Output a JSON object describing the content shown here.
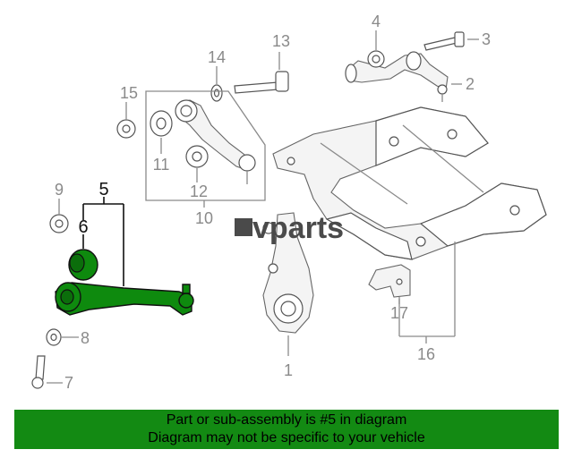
{
  "watermark": {
    "prefix": "v",
    "brand": "vparts"
  },
  "callouts": {
    "c1": "1",
    "c2": "2",
    "c3": "3",
    "c4": "4",
    "c5": "5",
    "c6": "6",
    "c7": "7",
    "c8": "8",
    "c9": "9",
    "c10": "10",
    "c11": "11",
    "c12": "12",
    "c13": "13",
    "c14": "14",
    "c15": "15",
    "c16": "16",
    "c17": "17"
  },
  "banner": {
    "line1": "Part or sub-assembly is #5 in diagram",
    "line2": "Diagram may not be specific to your vehicle"
  },
  "colors": {
    "highlight": "#138a13",
    "linework": "#555555",
    "callout": "#8a8a8a"
  }
}
